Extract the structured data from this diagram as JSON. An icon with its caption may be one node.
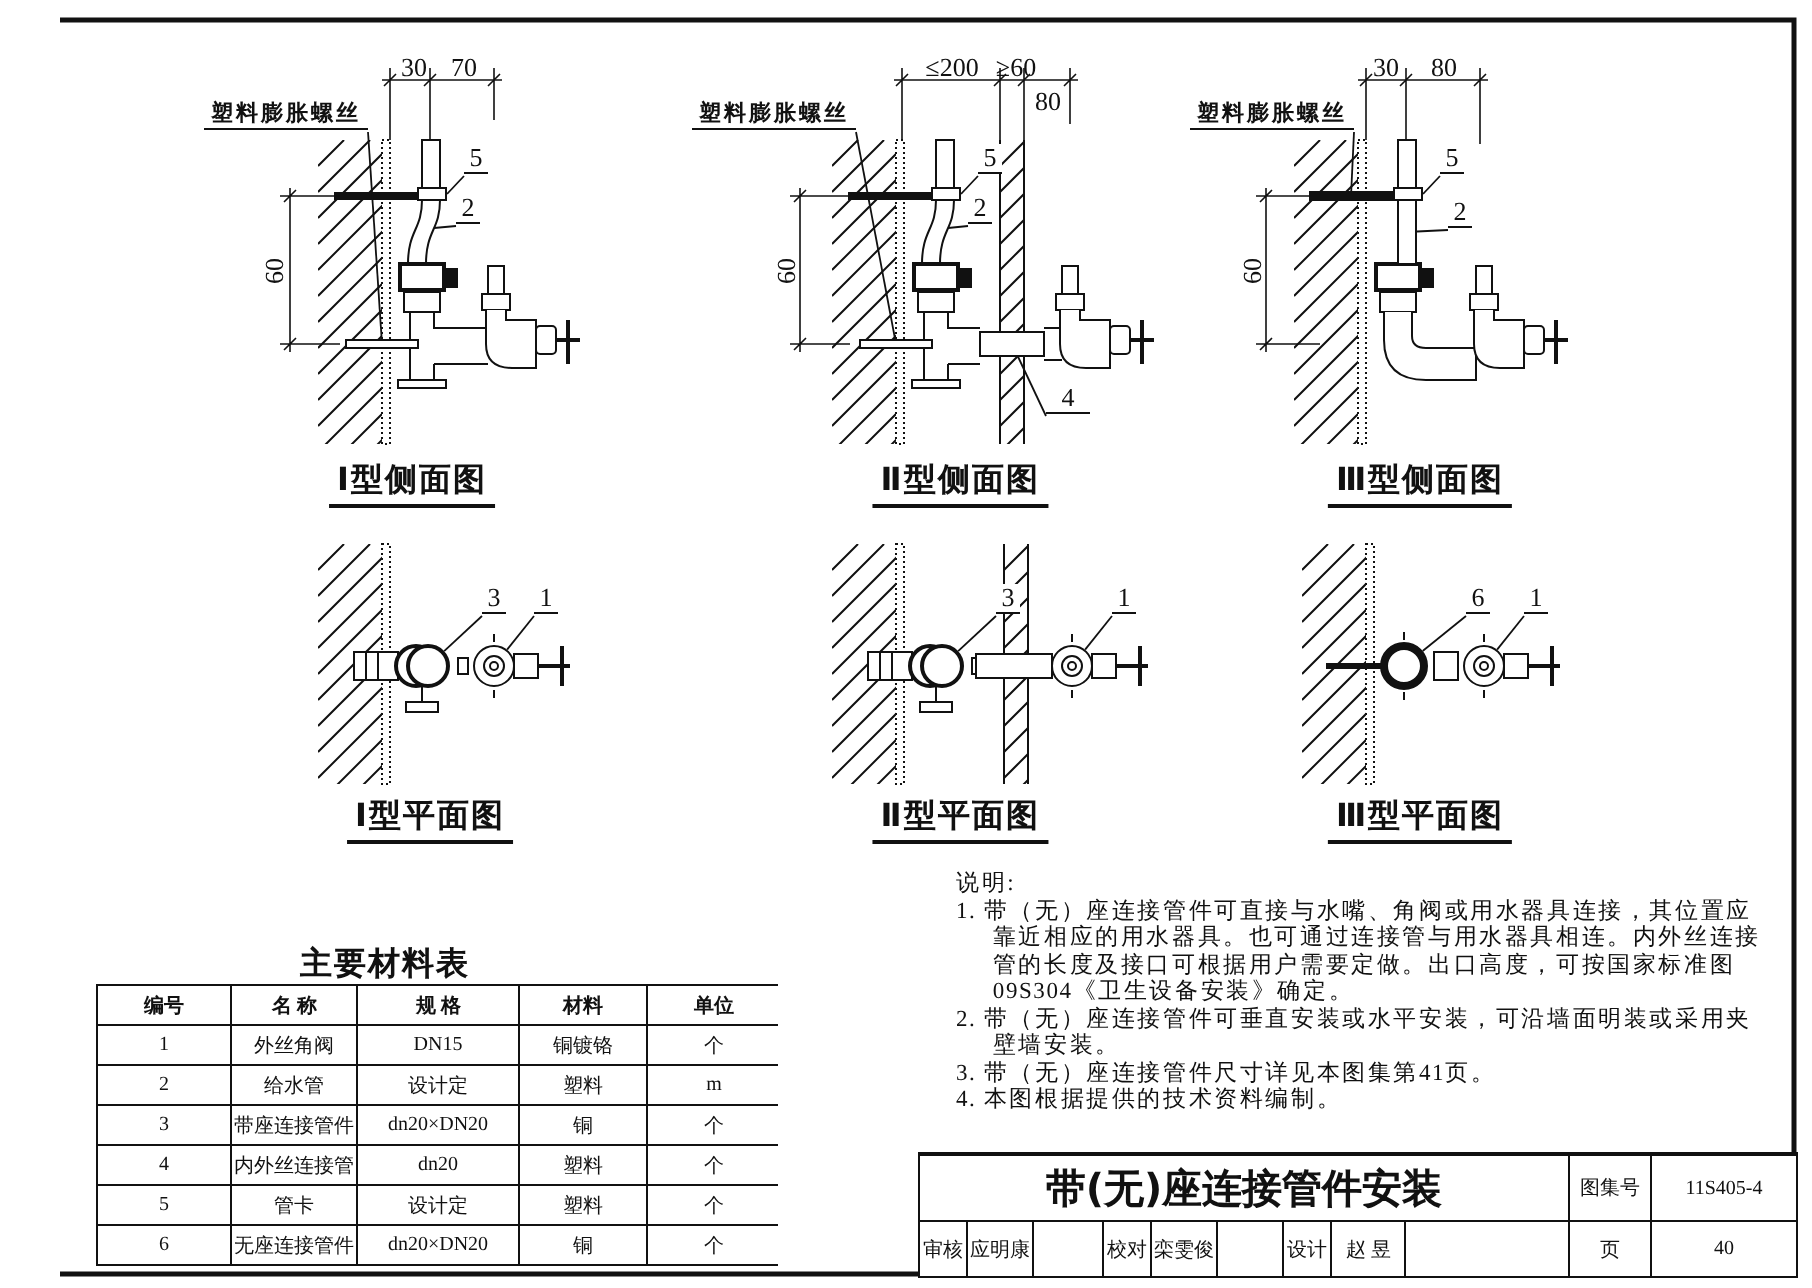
{
  "diagram": {
    "title": "带(无)座连接管件安装",
    "nodes": [
      {
        "text": [
          "塑料膨胀螺丝"
        ]
      },
      {
        "text": [
          "5"
        ]
      },
      {
        "text": [
          "2"
        ]
      },
      {
        "text": [
          "塑料膨胀螺丝"
        ]
      },
      {
        "text": [
          "5"
        ]
      },
      {
        "text": [
          "2"
        ]
      },
      {
        "text": [
          "4"
        ]
      },
      {
        "text": [
          "塑料膨胀螺丝"
        ]
      },
      {
        "text": [
          "5"
        ]
      },
      {
        "text": [
          "2"
        ]
      },
      {
        "text": [
          "3"
        ]
      },
      {
        "text": [
          "1"
        ]
      },
      {
        "text": [
          "3"
        ]
      },
      {
        "text": [
          "1"
        ]
      },
      {
        "text": [
          "6"
        ]
      },
      {
        "text": [
          "1"
        ]
      },
      {
        "text": [],
        "shape": "bar"
      },
      {
        "text": [],
        "shape": "box"
      },
      {
        "text": [],
        "shape": "picture"
      },
      {
        "text": [],
        "shape": "bar"
      },
      {
        "text": [],
        "shape": "box"
      },
      {
        "text": [],
        "shape": "picture"
      },
      {
        "text": [],
        "shape": "bar"
      },
      {
        "text": [],
        "shape": "bar"
      },
      {
        "text": [],
        "shape": "box"
      },
      {
        "text": [],
        "shape": "bar"
      },
      {
        "text": [],
        "shape": "circle"
      },
      {
        "text": [],
        "shape": "circle"
      },
      {
        "text": [],
        "shape": "circle"
      },
      {
        "text": [],
        "shape": "circle"
      },
      {
        "text": [],
        "shape": "circle"
      },
      {
        "text": [],
        "shape": "circle"
      }
    ],
    "edges": [
      {
        "from": 0,
        "to": 16,
        "arrow": "none"
      },
      {
        "from": 1,
        "to": 17,
        "arrow": "none"
      },
      {
        "from": 2,
        "to": 18,
        "arrow": "none"
      },
      {
        "from": 3,
        "to": 19,
        "arrow": "none"
      },
      {
        "from": 4,
        "to": 20,
        "arrow": "none"
      },
      {
        "from": 5,
        "to": 21,
        "arrow": "none"
      },
      {
        "from": 6,
        "to": 22,
        "arrow": "none"
      },
      {
        "from": 7,
        "to": 23,
        "arrow": "none"
      },
      {
        "from": 8,
        "to": 24,
        "arrow": "none"
      },
      {
        "from": 9,
        "to": 25,
        "arrow": "none"
      },
      {
        "from": 10,
        "to": 26,
        "arrow": "none"
      },
      {
        "from": 11,
        "to": 27,
        "arrow": "none"
      },
      {
        "from": 12,
        "to": 28,
        "arrow": "none"
      },
      {
        "from": 13,
        "to": 29,
        "arrow": "none"
      },
      {
        "from": 14,
        "to": 30,
        "arrow": "none"
      },
      {
        "from": 15,
        "to": 31,
        "arrow": "none"
      }
    ],
    "labels": [
      "30",
      "70",
      "≤200",
      "≥60",
      "30",
      "80",
      "80",
      "60",
      "60",
      "60",
      "Ⅰ型侧面图",
      "Ⅱ型侧面图",
      "Ⅲ型侧面图",
      "Ⅰ型平面图",
      "Ⅱ型平面图",
      "Ⅲ型平面图",
      "主要材料表",
      "编号",
      "名 称",
      "规 格",
      "材料",
      "单位",
      "1",
      "外丝角阀",
      "DN15",
      "铜镀铬",
      "个",
      "2",
      "给水管",
      "设计定",
      "塑料",
      "m",
      "3",
      "带座连接管件",
      "dn20×DN20",
      "铜",
      "个",
      "4",
      "内外丝连接管",
      "dn20",
      "塑料",
      "个",
      "5",
      "管卡",
      "设计定",
      "塑料",
      "个",
      "6",
      "无座连接管件",
      "dn20×DN20",
      "铜",
      "个",
      "说明:",
      "1. 带（无）座连接管件可直接与水嘴、角阀或用水器具连接，其位置应靠近相应的用水器具。也可通过连接管与用水器具相连。内外丝连接管的长度及接口可根据用户需要定做。出口高度，可按国家标准图09S304《卫生设备安装》确定。",
      "2. 带（无）座连接管件可垂直安装或水平安装，可沿墙面明装或采用夹壁墙安装。",
      "3. 带（无）座连接管件尺寸详见本图集第41页。",
      "4. 本图根据提供的技术资料编制。",
      "图集号",
      "11S405-4",
      "审核",
      "应明康",
      "校对",
      "栾雯俊",
      "设计",
      "赵 昱",
      "页",
      "40"
    ]
  }
}
